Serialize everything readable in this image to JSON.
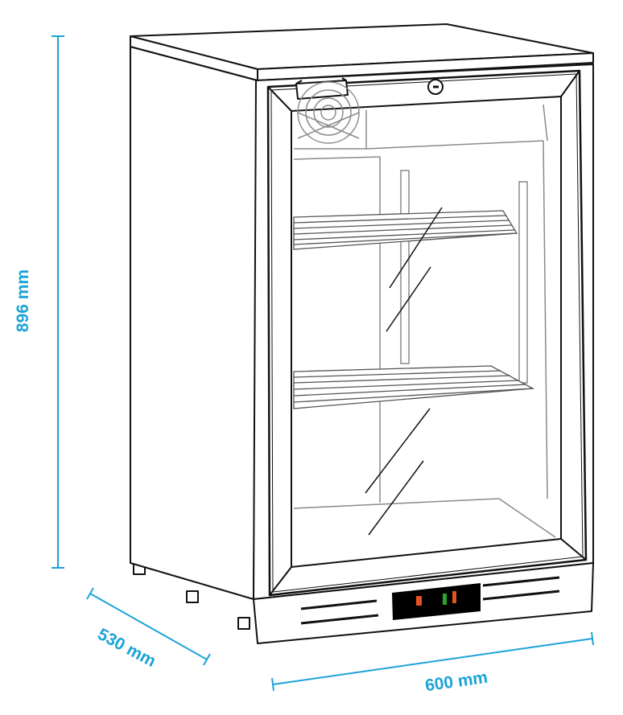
{
  "dimensions": {
    "height_label": "896 mm",
    "depth_label": "530 mm",
    "width_label": "600 mm"
  },
  "colors": {
    "dimension": "#1ba3d8",
    "outline": "#111111",
    "interior": "#8a8a8a",
    "indicator_orange": "#e2531f",
    "indicator_green": "#2aa52a",
    "panel": "#000000"
  }
}
